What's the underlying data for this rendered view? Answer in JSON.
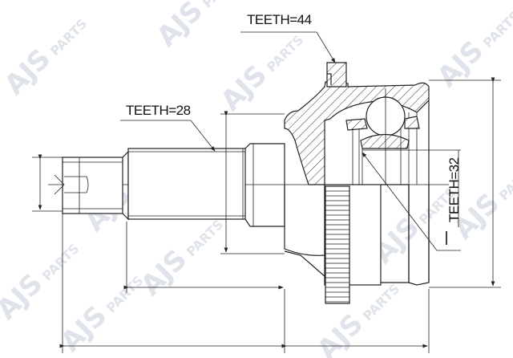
{
  "drawing": {
    "subject": "CV joint (drive shaft outer joint) technical drawing",
    "watermark": {
      "brand": "AJS",
      "sub": "PARTS",
      "color": "#dfe3ea"
    },
    "labels": {
      "teeth_outer_ring": "TEETH=44",
      "teeth_shaft": "TEETH=28",
      "teeth_inner": "TEETH=32"
    },
    "colors": {
      "line": "#222222",
      "background": "#ffffff"
    }
  }
}
